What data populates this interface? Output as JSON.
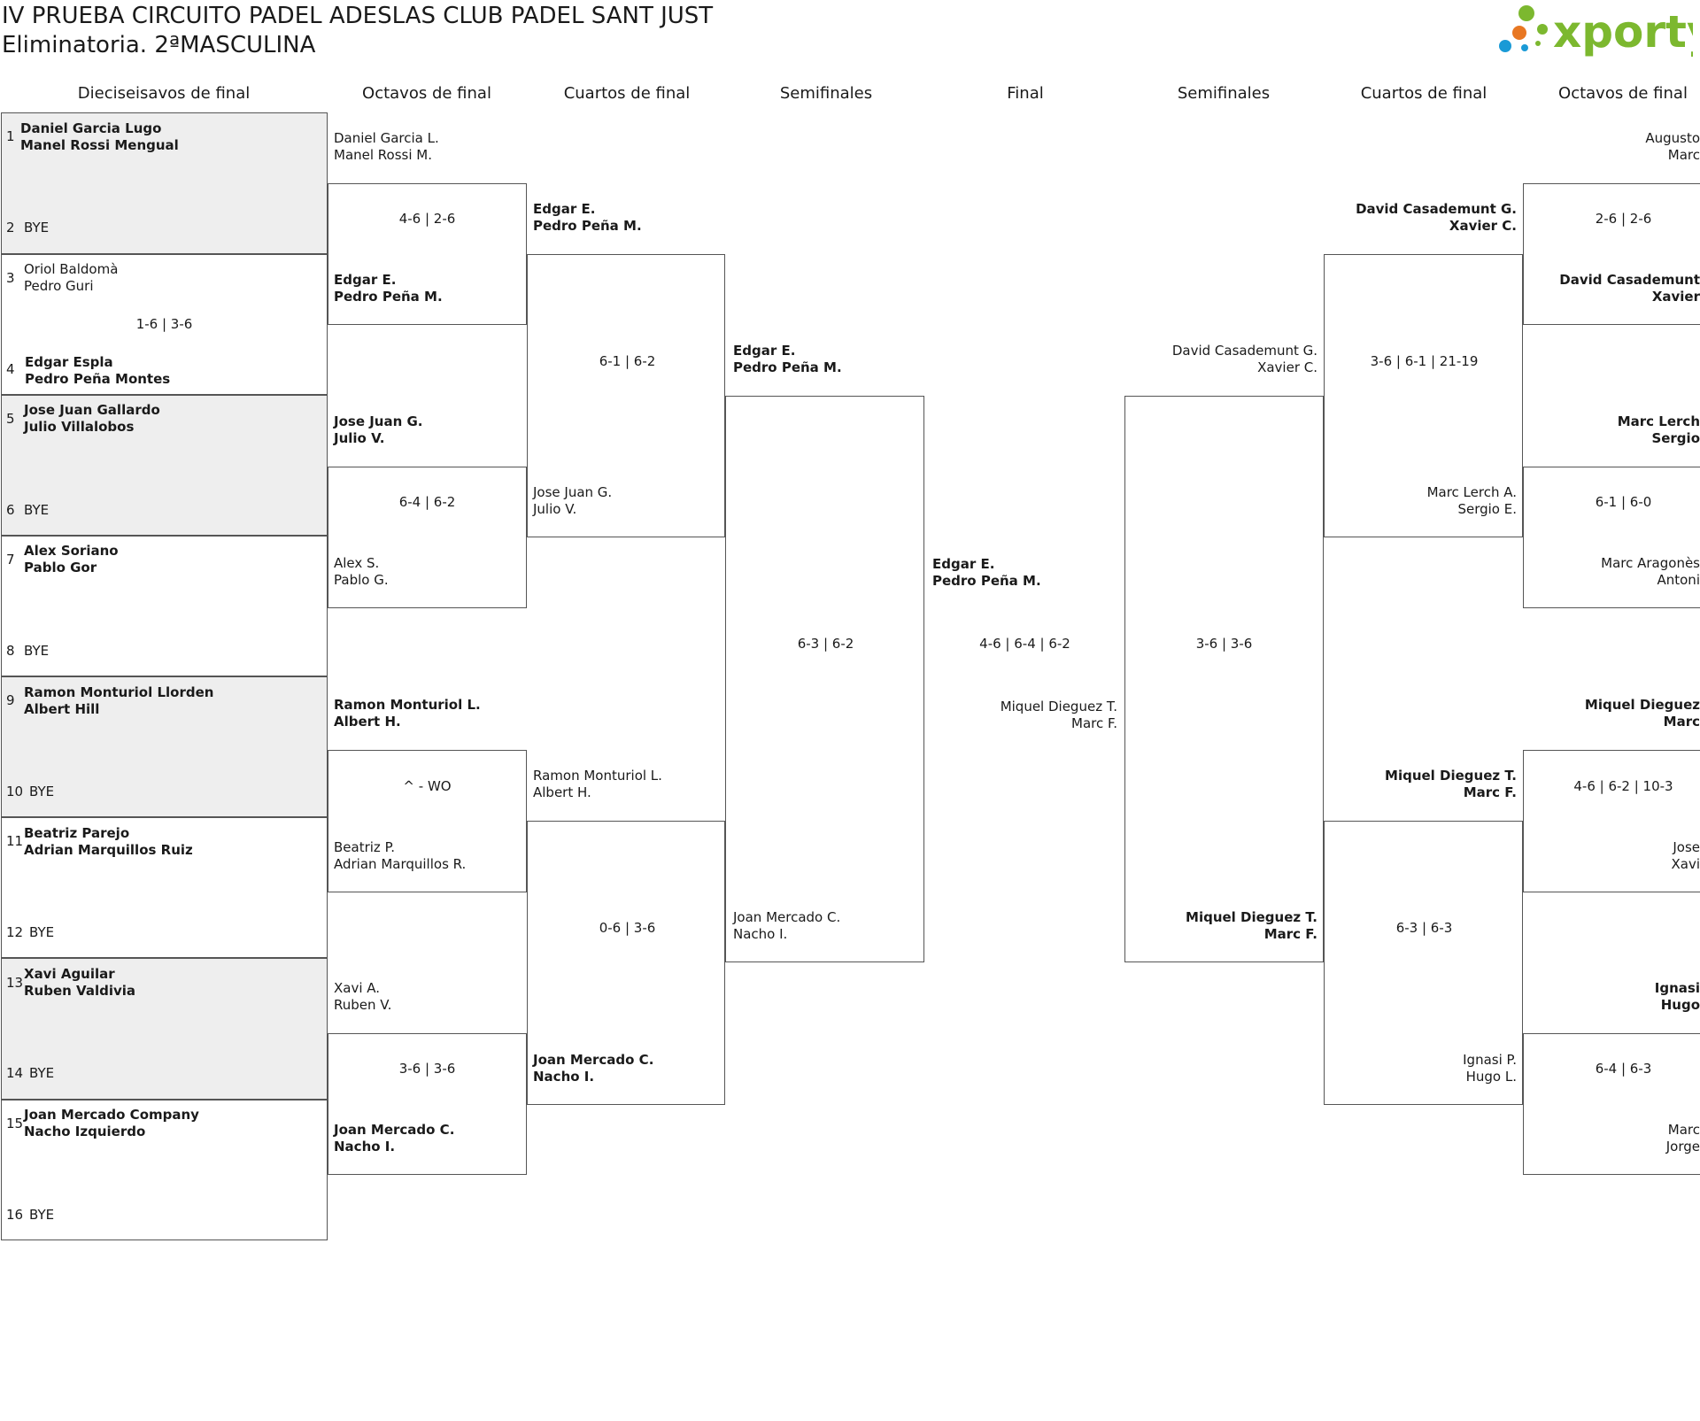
{
  "header": {
    "title": "IV PRUEBA CIRCUITO PADEL ADESLAS CLUB PADEL SANT JUST",
    "subtitle": "Eliminatoria. 2ªMASCULINA",
    "brand": "xporty",
    "brand_color": "#7cb82f"
  },
  "columns": [
    "Dieciseisavos de final",
    "Octavos de final",
    "Cuartos de final",
    "Semifinales",
    "Final",
    "Semifinales",
    "Cuartos de final",
    "Octavos de final"
  ],
  "r16": [
    {
      "seedA": "1",
      "a1": "Daniel Garcia Lugo",
      "a2": "Manel Rossi Mengual",
      "seedB": "2",
      "b": "BYE"
    },
    {
      "seedA": "3",
      "a1": "Oriol Baldomà",
      "a2": "Pedro Guri",
      "score": "1-6 | 3-6",
      "seedB": "4",
      "b1": "Edgar Espla",
      "b2": "Pedro Peña Montes"
    },
    {
      "seedA": "5",
      "a1": "Jose Juan Gallardo",
      "a2": "Julio Villalobos",
      "seedB": "6",
      "b": "BYE"
    },
    {
      "seedA": "7",
      "a1": "Alex Soriano",
      "a2": "Pablo Gor",
      "seedB": "8",
      "b": "BYE"
    },
    {
      "seedA": "9",
      "a1": "Ramon Monturiol Llorden",
      "a2": "Albert Hill",
      "seedB": "10",
      "b": "BYE"
    },
    {
      "seedA": "11",
      "a1": "Beatriz Parejo",
      "a2": "Adrian Marquillos Ruiz",
      "seedB": "12",
      "b": "BYE"
    },
    {
      "seedA": "13",
      "a1": "Xavi Aguilar",
      "a2": "Ruben Valdivia",
      "seedB": "14",
      "b": "BYE"
    },
    {
      "seedA": "15",
      "a1": "Joan Mercado Company",
      "a2": "Nacho Izquierdo",
      "seedB": "16",
      "b": "BYE"
    }
  ],
  "octavos_left": [
    {
      "a1": "Daniel Garcia L.",
      "a2": "Manel Rossi M.",
      "score": "4-6 | 2-6",
      "b1": "Edgar E.",
      "b2": "Pedro Peña M."
    },
    {
      "a1": "Jose Juan G.",
      "a2": "Julio V.",
      "score": "6-4 | 6-2",
      "b1": "Alex S.",
      "b2": "Pablo G."
    },
    {
      "a1": "Ramon Monturiol L.",
      "a2": "Albert H.",
      "score": "^ - WO",
      "b1": "Beatriz P.",
      "b2": "Adrian Marquillos R."
    },
    {
      "a1": "Xavi A.",
      "a2": "Ruben V.",
      "score": "3-6 | 3-6",
      "b1": "Joan Mercado C.",
      "b2": "Nacho I."
    }
  ],
  "cuartos_left": [
    {
      "a1": "Edgar E.",
      "a2": "Pedro Peña M.",
      "score": "6-1 | 6-2",
      "b1": "Jose Juan G.",
      "b2": "Julio V."
    },
    {
      "a1": "Ramon Monturiol L.",
      "a2": "Albert H.",
      "score": "0-6 | 3-6",
      "b1": "Joan Mercado C.",
      "b2": "Nacho I."
    }
  ],
  "semi_left": {
    "a1": "Edgar E.",
    "a2": "Pedro Peña M.",
    "score": "6-3 | 6-2",
    "b1": "Joan Mercado C.",
    "b2": "Nacho I."
  },
  "final": {
    "a1": "Edgar E.",
    "a2": "Pedro Peña M.",
    "score": "4-6 | 6-4 | 6-2",
    "b1": "Miquel Dieguez T.",
    "b2": "Marc F."
  },
  "semi_right": {
    "a1": "David Casademunt G.",
    "a2": "Xavier C.",
    "score": "3-6 | 3-6",
    "b1": "Miquel Dieguez T.",
    "b2": "Marc F."
  },
  "cuartos_right": [
    {
      "a1": "David Casademunt G.",
      "a2": "Xavier C.",
      "score": "3-6 | 6-1 | 21-19",
      "b1": "Marc Lerch A.",
      "b2": "Sergio E."
    },
    {
      "a1": "Miquel Dieguez T.",
      "a2": "Marc F.",
      "score": "6-3 | 6-3",
      "b1": "Ignasi P.",
      "b2": "Hugo L."
    }
  ],
  "octavos_right": [
    {
      "a1": "Augusto",
      "a2": "Marc",
      "score": "2-6 | 2-6",
      "b1": "David Casademunt",
      "b2": "Xavier"
    },
    {
      "a1": "Marc Lerch",
      "a2": "Sergio",
      "score": "6-1 | 6-0",
      "b1": "Marc Aragonès",
      "b2": "Antoni"
    },
    {
      "a1": "Miquel Dieguez",
      "a2": "Marc",
      "score": "4-6 | 6-2 | 10-3",
      "b1": "Jose",
      "b2": "Xavi"
    },
    {
      "a1": "Ignasi",
      "a2": "Hugo",
      "score": "6-4 | 6-3",
      "b1": "Marc",
      "b2": "Jorge"
    }
  ]
}
